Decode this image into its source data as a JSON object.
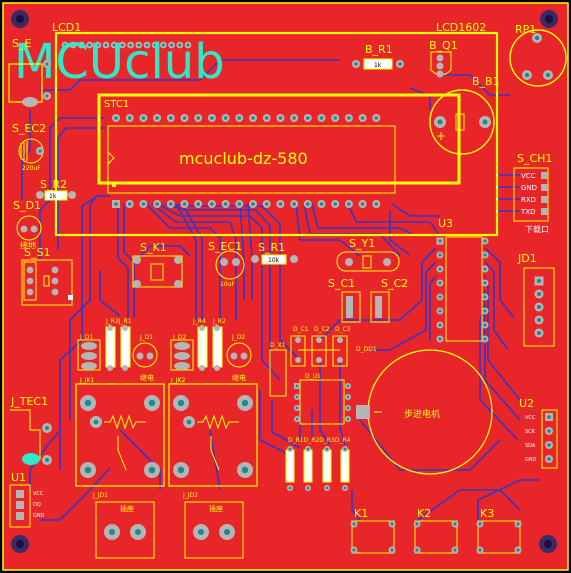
{
  "colors": {
    "board_bg": "#000000",
    "copper": "#e8262a",
    "silk": "#ffff00",
    "trace": "#3436c8",
    "pad_outer": "#b5b5b5",
    "pad_inner": "#1a8a8a",
    "mounting_hole": "#3b2a66",
    "logo": "#30e8c8",
    "overlay_text": "#ffffff"
  },
  "logo_text": "MCUclub",
  "mcu_text": "mcuclub-dz-580",
  "labels": {
    "lcd1": "LCD1",
    "lcd1602": "LCD1602",
    "rp1": "RP1",
    "b_r1": "B_R1",
    "b_r1_val": "1k",
    "b_q1": "B_Q1",
    "b_b1": "B_B1",
    "stc1": "STC1",
    "s_ec2": "S_EC2",
    "s_ec2_val": "220uF",
    "s_r2": "S_R2",
    "s_r2_val": "1k",
    "s_d1": "S_D1",
    "s_d1_cn": "接地",
    "s_s1": "S_S1",
    "s_k1": "S_K1",
    "s_ec1": "S_EC1",
    "s_ec1_val": "10uF",
    "s_r1": "S_R1",
    "s_r1_val": "10k",
    "s_y1": "S_Y1",
    "s_c1": "S_C1",
    "s_c2": "S_C2",
    "s_ch1": "S_CH1",
    "vcc": "VCC",
    "gnd": "GND",
    "rxd": "RXD",
    "txd": "TXD",
    "xiazai": "下载口",
    "u3": "U3",
    "jd1": "JD1",
    "j_d1": "J_D1",
    "j_r31": "J_R3J_R1",
    "j_d1b": "J_D1",
    "j_d2": "J_D2",
    "j_r4": "J_R4",
    "j_r2": "J_R2",
    "j_d2b": "J_D2",
    "j_jk1": "J_JK1",
    "j_jk2": "J_JK2",
    "zhubo1": "继电",
    "zhubo2": "继电",
    "d_x1": "D_X1",
    "d_c1": "D_C1",
    "d_c2": "D_C2",
    "d_c3": "D_C3",
    "d_d1": "D_DD1",
    "d_u1": "D_U1",
    "d_r_row": "D_R1D_R2D_R3D_R4",
    "motor_cn": "步进电机",
    "j_tec1": "J_TEC1",
    "u1": "U1",
    "u2": "U2",
    "u2_pins": [
      "VCC",
      "SCK",
      "SDA",
      "GND"
    ],
    "j_jd1": "J_JD1",
    "j_jd2": "J_JD2",
    "jd_cn1": "插座",
    "jd_cn2": "插座",
    "k1": "K1",
    "k2": "K2",
    "k3": "K3",
    "s_e": "S_E"
  }
}
